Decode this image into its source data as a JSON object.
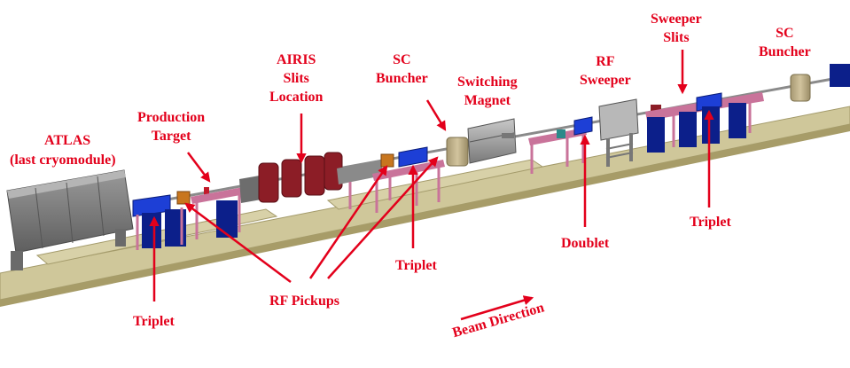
{
  "diagram": {
    "colors": {
      "label": "#e3001b",
      "floor": "#cfc79a",
      "floor_edge": "#a49b6b",
      "stand": "#c9739a",
      "quad": "#1636c8",
      "quad_block": "#0c1f8a",
      "dipole": "#8c1d26",
      "module": "#7c7c7c",
      "beamline": "#9a9a9a"
    },
    "labels": {
      "atlas": "ATLAS",
      "atlas_sub": "(last cryomodule)",
      "production_target": "Production\nTarget",
      "airis": "AIRIS\nSlits\nLocation",
      "sc_buncher_1": "SC\nBuncher",
      "switching_magnet": "Switching\nMagnet",
      "rf_sweeper": "RF\nSweeper",
      "sweeper_slits": "Sweeper\nSlits",
      "sc_buncher_2": "SC\nBuncher",
      "triplet_1": "Triplet",
      "triplet_2": "Triplet",
      "triplet_3": "Triplet",
      "doublet": "Doublet",
      "rf_pickups": "RF Pickups",
      "beam_direction": "Beam Direction"
    }
  }
}
